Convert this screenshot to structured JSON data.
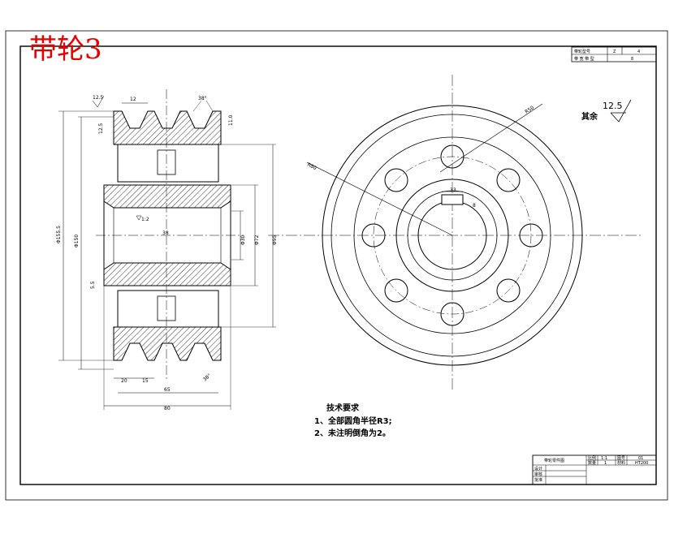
{
  "drawing": {
    "title": "带轮3",
    "tech_requirements": {
      "heading": "技术要求",
      "items": [
        "1、全部圆角半径R3;",
        "2、未注明倒角为2。"
      ]
    },
    "roughness": {
      "prefix": "其余",
      "value": "12.5"
    },
    "spec_table": {
      "row1": [
        "带轮型号",
        "Z",
        "4"
      ],
      "row2": [
        "带 宽 带 型",
        "8"
      ]
    },
    "title_block": {
      "name": "带轮零件图",
      "labels": [
        "设计",
        "审核",
        "批准"
      ],
      "cells": [
        "比例",
        "1:1",
        "图号",
        "01",
        "数量",
        "1",
        "材料",
        "HT200"
      ]
    },
    "dimensions": {
      "groove_dim": "12",
      "groove_angle": "38°",
      "roughness_left": "12.5",
      "d_outer": "Φ155.5",
      "d_body": "Φ150",
      "d_bore": "Φ30",
      "d_hub_in": "Φ72",
      "d_hub_out": "Φ95",
      "mid": "38",
      "bottom_20": "20",
      "bottom_15": "15",
      "hub_len": "65",
      "total_len": "80",
      "slope": "1:2",
      "key_width": "33",
      "key_depth": "8",
      "r_outer": "R50",
      "r_bolt": "R80",
      "left_small": "5.5",
      "top_small": "12.5",
      "right_small": "11.0"
    }
  }
}
